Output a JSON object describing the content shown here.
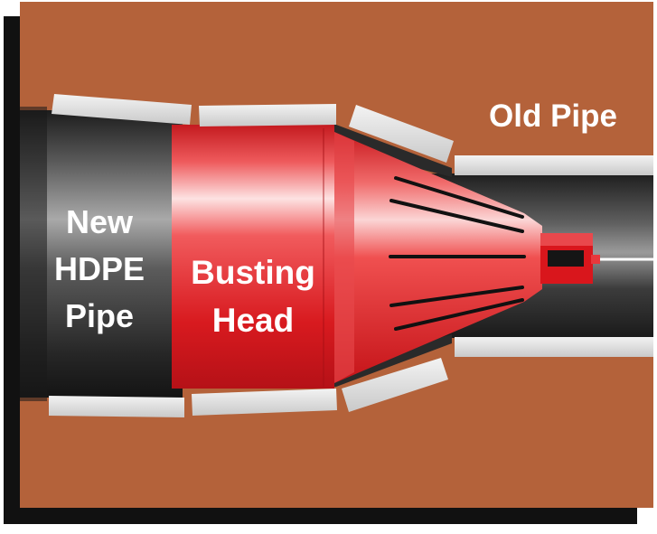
{
  "labels": {
    "new_pipe": [
      "New",
      "HDPE",
      "Pipe"
    ],
    "busting_head": [
      "Busting",
      "Head"
    ],
    "old_pipe": "Old Pipe"
  },
  "colors": {
    "soil": "#b4623a",
    "soil_shadow": "#111111",
    "fragment": "#dcdcdc",
    "label_text": "#ffffff"
  }
}
